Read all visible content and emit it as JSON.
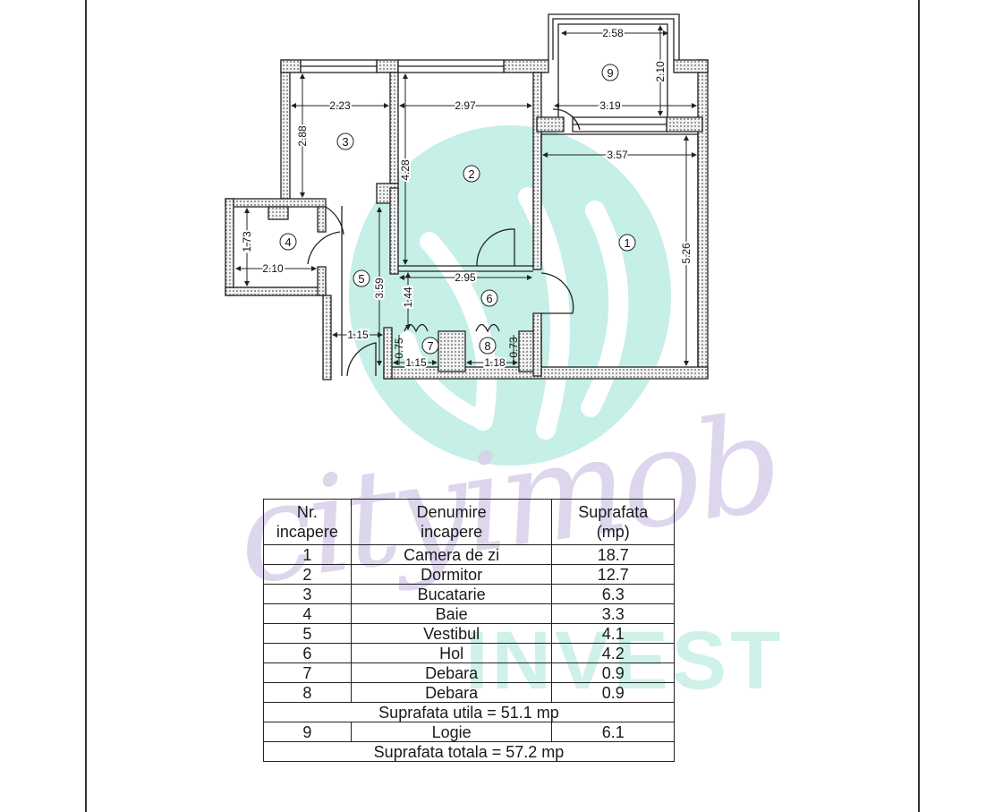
{
  "document": {
    "type": "floor-plan",
    "rooms_on_plan": [
      {
        "nr": "1",
        "dims": [
          "3.57",
          "5.26"
        ]
      },
      {
        "nr": "2",
        "dims": [
          "2.97",
          "4.28"
        ]
      },
      {
        "nr": "3",
        "dims": [
          "2.23",
          "2.88"
        ]
      },
      {
        "nr": "4",
        "dims": [
          "2.10",
          "1.73"
        ]
      },
      {
        "nr": "5",
        "dims": [
          "1.15",
          "3.59"
        ]
      },
      {
        "nr": "6",
        "dims": [
          "2.95",
          "1.44"
        ]
      },
      {
        "nr": "7",
        "dims": [
          "1.15",
          "0.75"
        ]
      },
      {
        "nr": "8",
        "dims": [
          "1.18",
          "0.73"
        ]
      },
      {
        "nr": "9",
        "dims": [
          "2.58",
          "3.19",
          "2.10"
        ]
      }
    ],
    "watermark": {
      "script_text": "cityimob",
      "block_text": "INVEST",
      "colors": {
        "script": "#d9d0ea",
        "block": "#c9f0e8",
        "circle": "#bfeee4"
      }
    }
  },
  "table": {
    "headers": {
      "nr": [
        "Nr.",
        "incapere"
      ],
      "name": [
        "Denumire",
        "incapere"
      ],
      "area": [
        "Suprafata",
        "(mp)"
      ]
    },
    "rows": [
      {
        "nr": "1",
        "name": "Camera de zi",
        "area": "18.7"
      },
      {
        "nr": "2",
        "name": "Dormitor",
        "area": "12.7"
      },
      {
        "nr": "3",
        "name": "Bucatarie",
        "area": "6.3"
      },
      {
        "nr": "4",
        "name": "Baie",
        "area": "3.3"
      },
      {
        "nr": "5",
        "name": "Vestibul",
        "area": "4.1"
      },
      {
        "nr": "6",
        "name": "Hol",
        "area": "4.2"
      },
      {
        "nr": "7",
        "name": "Debara",
        "area": "0.9"
      },
      {
        "nr": "8",
        "name": "Debara",
        "area": "0.9"
      }
    ],
    "subtotal": "Suprafata utila = 51.1 mp",
    "extra_row": {
      "nr": "9",
      "name": "Logie",
      "area": "6.1"
    },
    "total": "Suprafata totala = 57.2 mp"
  }
}
